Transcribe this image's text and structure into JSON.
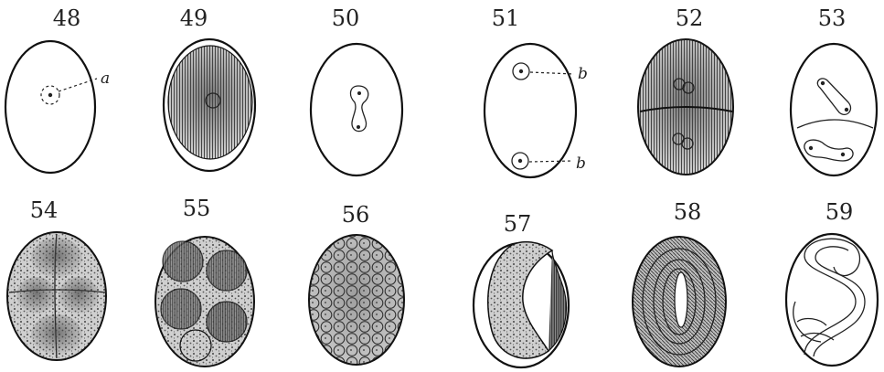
{
  "figures": [
    {
      "number": "48",
      "annotations": [
        "a"
      ]
    },
    {
      "number": "49",
      "annotations": []
    },
    {
      "number": "50",
      "annotations": []
    },
    {
      "number": "51",
      "annotations": [
        "b",
        "b"
      ]
    },
    {
      "number": "52",
      "annotations": []
    },
    {
      "number": "53",
      "annotations": []
    },
    {
      "number": "54",
      "annotations": []
    },
    {
      "number": "55",
      "annotations": []
    },
    {
      "number": "56",
      "annotations": []
    },
    {
      "number": "57",
      "annotations": []
    },
    {
      "number": "58",
      "annotations": []
    },
    {
      "number": "59",
      "annotations": []
    }
  ]
}
